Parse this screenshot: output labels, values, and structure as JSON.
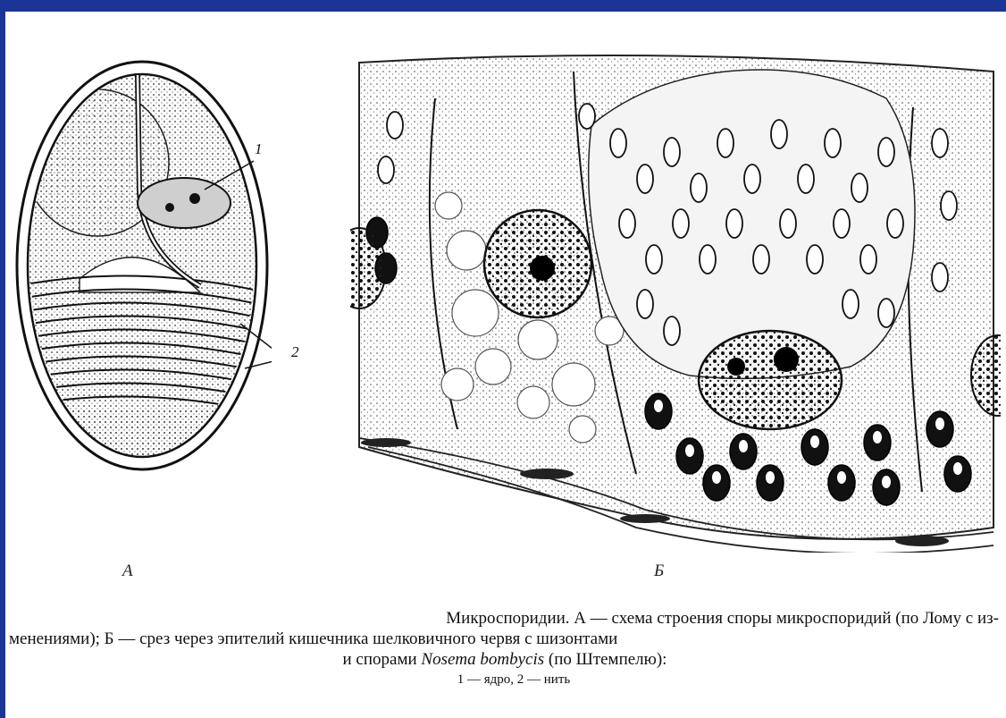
{
  "figure": {
    "panel_a_label": "А",
    "panel_b_label": "Б",
    "callout_1": "1",
    "callout_2": "2"
  },
  "caption": {
    "line1": "Микроспоридии. А — схема строения споры микроспоридий (по Лому с из-",
    "line2": "менениями); Б — срез через эпителий кишечника шелковичного червя с шизонтами",
    "line3_pre": "и спорами ",
    "line3_species": "Nosema bombycis",
    "line3_post": " (по Штемпелю):",
    "legend": "1 — ядро,   2 — нить"
  },
  "colors": {
    "background": "#1a3597",
    "panel": "#ffffff",
    "ink": "#111111"
  }
}
